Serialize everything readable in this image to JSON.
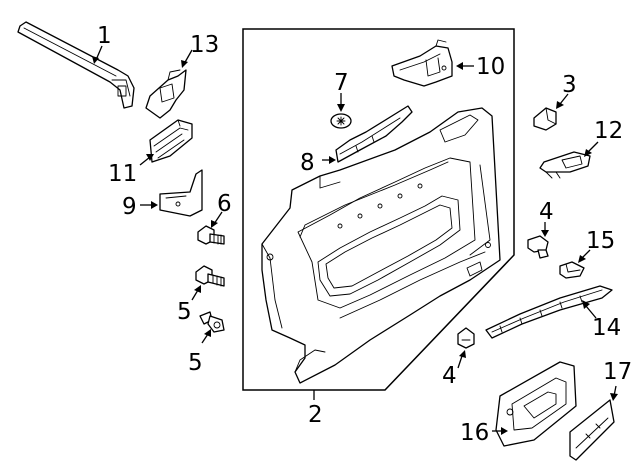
{
  "diagram": {
    "callouts": [
      {
        "id": "c1",
        "label": "1"
      },
      {
        "id": "c2",
        "label": "2"
      },
      {
        "id": "c3",
        "label": "3"
      },
      {
        "id": "c4a",
        "label": "4"
      },
      {
        "id": "c4b",
        "label": "4"
      },
      {
        "id": "c5a",
        "label": "5"
      },
      {
        "id": "c5b",
        "label": "5"
      },
      {
        "id": "c6",
        "label": "6"
      },
      {
        "id": "c7",
        "label": "7"
      },
      {
        "id": "c8",
        "label": "8"
      },
      {
        "id": "c9",
        "label": "9"
      },
      {
        "id": "c10",
        "label": "10"
      },
      {
        "id": "c11",
        "label": "11"
      },
      {
        "id": "c12",
        "label": "12"
      },
      {
        "id": "c13",
        "label": "13"
      },
      {
        "id": "c14",
        "label": "14"
      },
      {
        "id": "c15",
        "label": "15"
      },
      {
        "id": "c16",
        "label": "16"
      },
      {
        "id": "c17",
        "label": "17"
      }
    ]
  }
}
